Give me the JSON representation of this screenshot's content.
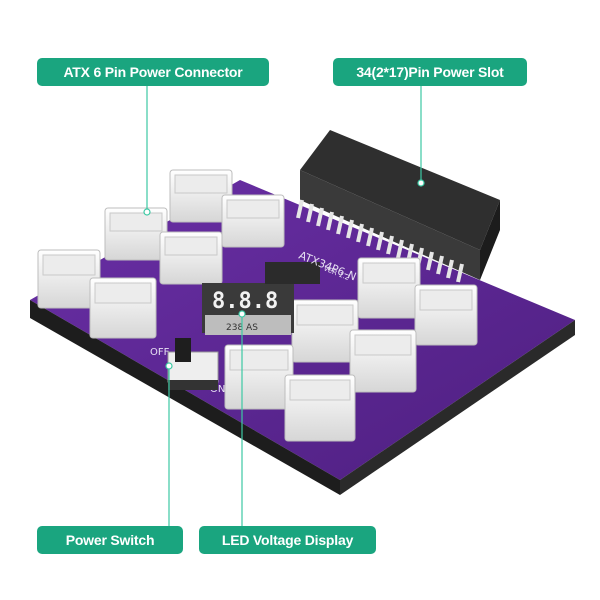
{
  "callouts": {
    "atx_connector": "ATX 6 Pin Power Connector",
    "power_slot": "34(2*17)Pin Power Slot",
    "power_switch": "Power Switch",
    "led_display": "LED Voltage Display"
  },
  "board": {
    "silkscreen_model": "ATX34P6-N",
    "silkscreen_version": "VER 1.2",
    "display_part": "238 AS",
    "switch_off": "OFF",
    "switch_on": "ON"
  },
  "colors": {
    "accent": "#1aa57f",
    "pcb": "#5b2590",
    "leader_line": "#3cc9a4"
  }
}
